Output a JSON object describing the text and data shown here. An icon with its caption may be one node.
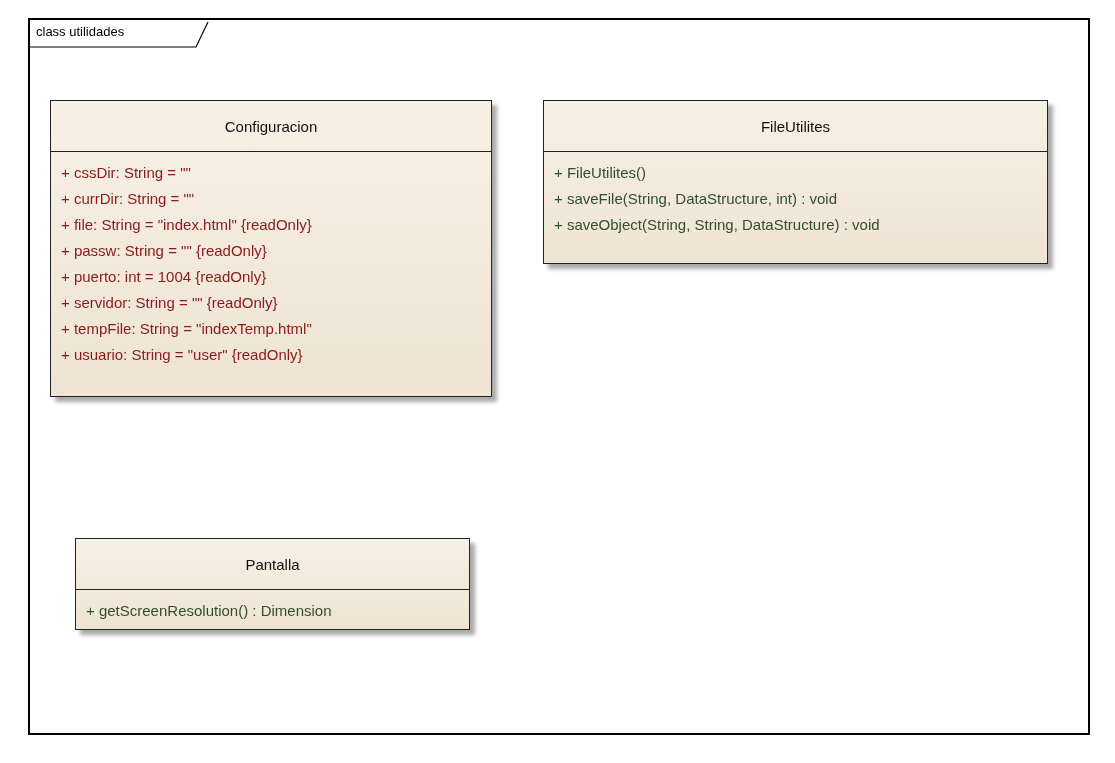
{
  "diagram": {
    "nodes": [
      {
        "text": [
          "class utilidades"
        ]
      },
      {
        "text": [
          "Configuracion",
          "+ cssDir: String = \"\"",
          "+ currDir: String = \"\"",
          "+ file: String = \"index.html\" {readOnly}",
          "+ passw: String = \"\" {readOnly}",
          "+ puerto: int = 1004 {readOnly}",
          "+ servidor: String = \"\" {readOnly}",
          "+ tempFile: String = \"indexTemp.html\"",
          "+ usuario: String = \"user\" {readOnly}"
        ],
        "in": 0
      },
      {
        "text": [
          "FileUtilites",
          "+ FileUtilites()",
          "+ saveFile(String, DataStructure, int) : void",
          "+ saveObject(String, String, DataStructure) : void"
        ],
        "in": 0
      },
      {
        "text": [
          "Pantalla",
          "+ getScreenResolution() : Dimension"
        ],
        "in": 0
      }
    ]
  }
}
